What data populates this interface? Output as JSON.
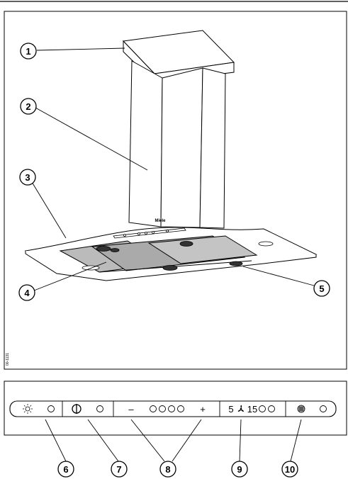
{
  "figure": {
    "brand": "Miele",
    "side_code": "00-1131",
    "callouts": [
      "1",
      "2",
      "3",
      "4",
      "5"
    ]
  },
  "control_panel": {
    "minus_symbol": "–",
    "plus_symbol": "+",
    "fan_low": "5",
    "fan_high": "15",
    "callouts": [
      "6",
      "7",
      "8",
      "9",
      "10"
    ]
  }
}
